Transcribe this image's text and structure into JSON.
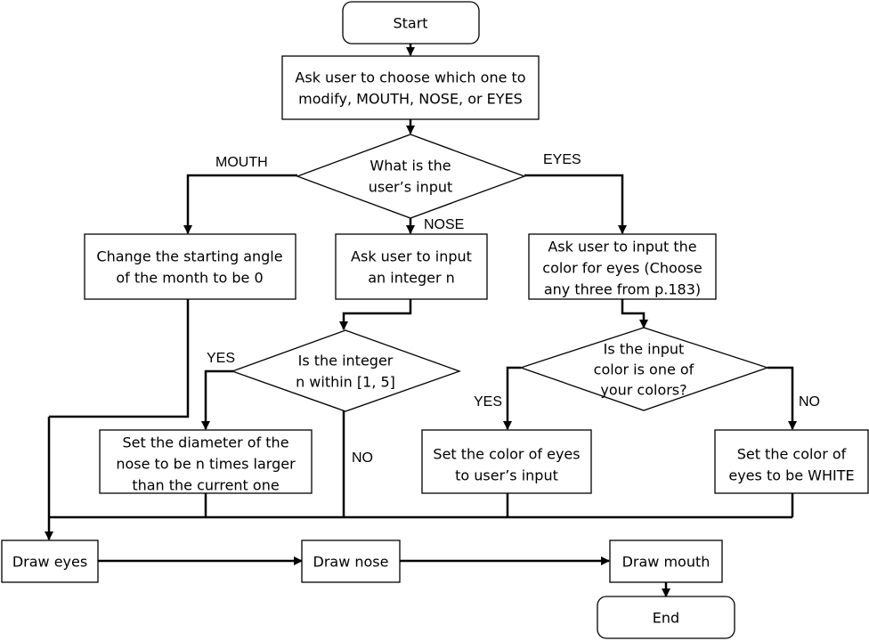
{
  "nodes": {
    "start": {
      "lines": [
        "Start"
      ]
    },
    "ask_choose": {
      "lines": [
        "Ask user to choose which one to",
        "modify, MOUTH, NOSE, or EYES"
      ]
    },
    "decision_input": {
      "lines": [
        "What is the",
        "user’s input"
      ]
    },
    "change_angle": {
      "lines": [
        "Change the starting angle",
        "of the month to be 0"
      ]
    },
    "ask_integer": {
      "lines": [
        "Ask user to input",
        "an integer n"
      ]
    },
    "ask_color": {
      "lines": [
        "Ask user to input the",
        "color for eyes (Choose",
        "any three from p.183)"
      ]
    },
    "decision_integer": {
      "lines": [
        "Is the integer",
        "n within [1, 5]"
      ]
    },
    "decision_color": {
      "lines": [
        "Is the input",
        "color is one of",
        "your colors?"
      ]
    },
    "set_diameter": {
      "lines": [
        "Set the diameter of the",
        "nose to be n times larger",
        "than the current one"
      ]
    },
    "set_color_input": {
      "lines": [
        "Set the color of eyes",
        "to user’s input"
      ]
    },
    "set_color_white": {
      "lines": [
        "Set the color of",
        "eyes to be WHITE"
      ]
    },
    "draw_eyes": {
      "lines": [
        "Draw eyes"
      ]
    },
    "draw_nose": {
      "lines": [
        "Draw nose"
      ]
    },
    "draw_mouth": {
      "lines": [
        "Draw mouth"
      ]
    },
    "end": {
      "lines": [
        "End"
      ]
    }
  },
  "edge_labels": {
    "mouth": "MOUTH",
    "nose": "NOSE",
    "eyes": "EYES",
    "integer_yes": "YES",
    "integer_no": "NO",
    "color_yes": "YES",
    "color_no": "NO"
  }
}
